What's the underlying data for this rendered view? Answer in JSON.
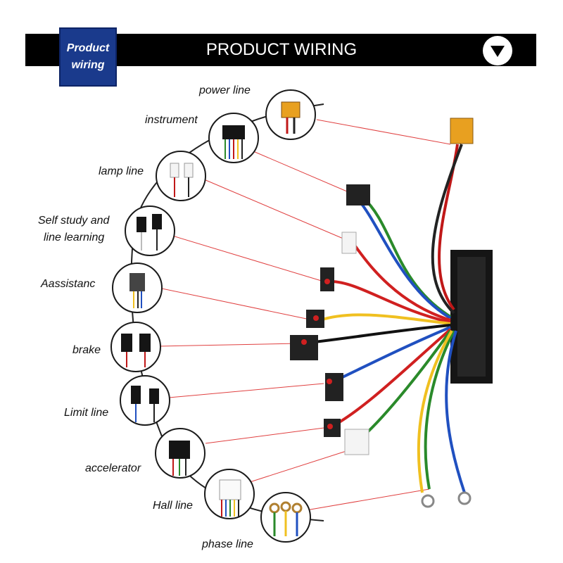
{
  "header": {
    "badge_line1": "Product",
    "badge_line2": "wiring",
    "title": "PRODUCT WIRING"
  },
  "labels": {
    "power": "power line",
    "instrument": "instrument",
    "lamp": "lamp line",
    "selfstudy1": "Self study and",
    "selfstudy2": "line learning",
    "assist": "Aassistanc",
    "brake": "brake",
    "limit": "Limit line",
    "accel": "accelerator",
    "hall": "Hall line",
    "phase": "phase line"
  },
  "colors": {
    "header_bg": "#000000",
    "badge_bg": "#1a3a8c",
    "callout_line": "#e04040",
    "connector_red": "#d02020",
    "xt60_yellow": "#e8a020"
  }
}
